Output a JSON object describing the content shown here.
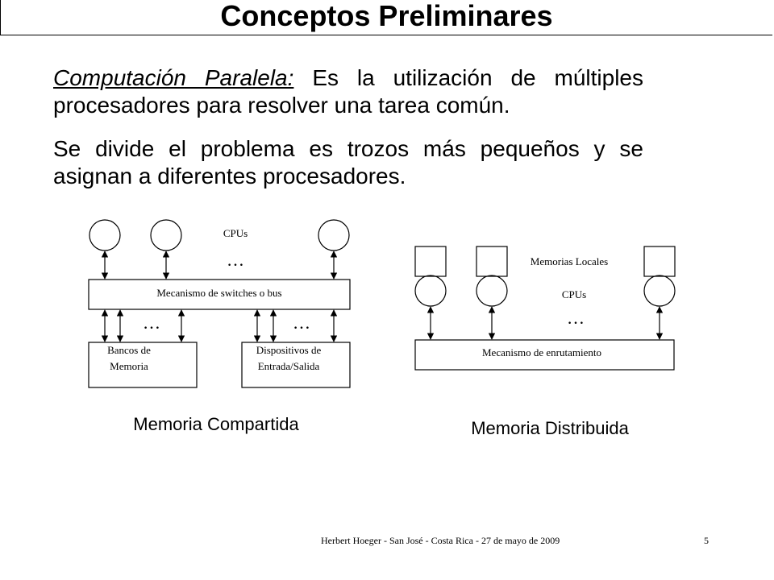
{
  "slide": {
    "title": "Conceptos Preliminares",
    "paragraph1_term": "Computación Paralela:",
    "paragraph1_rest": " Es la utilización de múltiples procesadores para resolver una tarea común.",
    "paragraph2": "Se divide el problema es trozos más pequeños y se asignan a diferentes procesadores."
  },
  "shared_memory": {
    "cpus_label": "CPUs",
    "ellipsis": "…",
    "bus_label": "Mecanismo de switches o bus",
    "memory_banks_line1": "Bancos de",
    "memory_banks_line2": "Memoria",
    "io_devices_line1": "Dispositivos de",
    "io_devices_line2": "Entrada/Salida",
    "caption": "Memoria Compartida"
  },
  "distributed_memory": {
    "local_memories_label": "Memorias Locales",
    "cpus_label": "CPUs",
    "ellipsis": "…",
    "routing_label": "Mecanismo de enrutamiento",
    "caption": "Memoria Distribuida"
  },
  "footer": {
    "credit": "Herbert Hoeger - San José - Costa Rica - 27 de mayo de 2009",
    "page_number": "5"
  }
}
